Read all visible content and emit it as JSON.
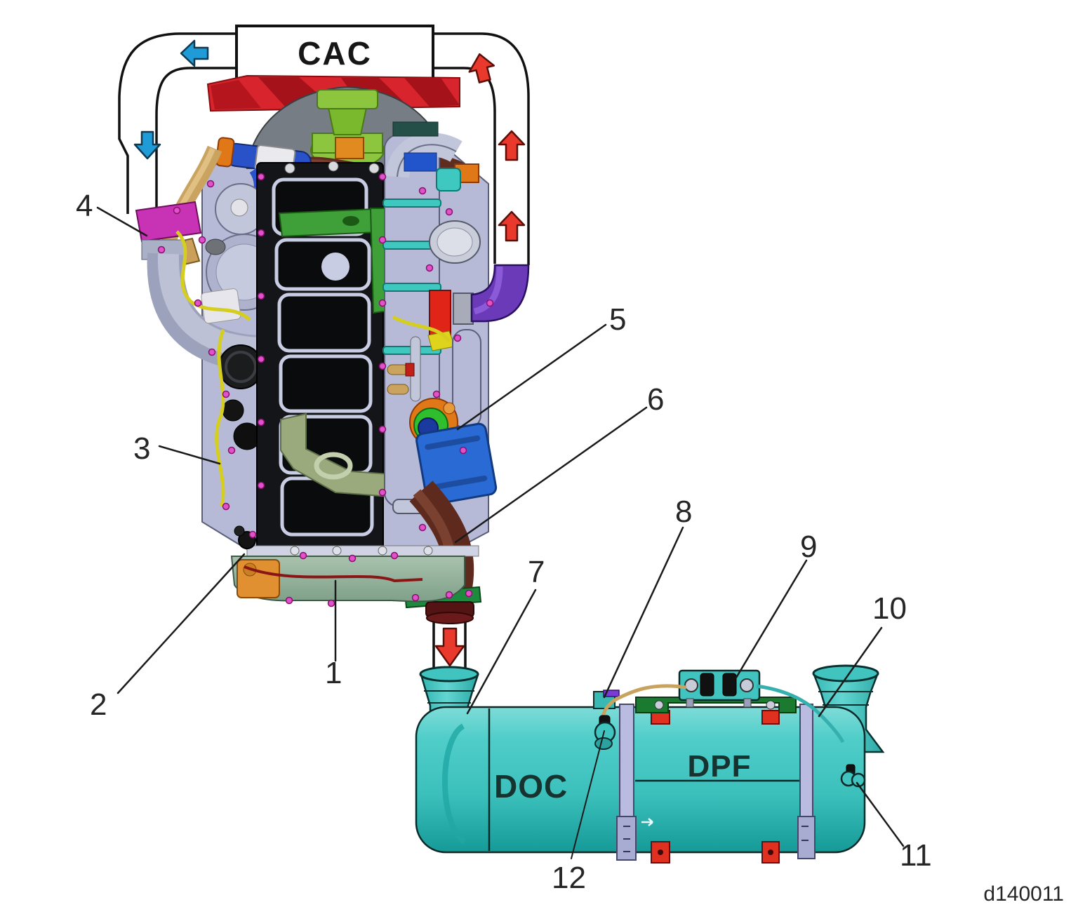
{
  "figure_code": "d140011",
  "cac": {
    "label": "CAC"
  },
  "aftertreatment": {
    "doc": "DOC",
    "dpf": "DPF"
  },
  "callouts": [
    "1",
    "2",
    "3",
    "4",
    "5",
    "6",
    "7",
    "8",
    "9",
    "10",
    "11",
    "12"
  ],
  "arrows": {
    "cooled_charge_air": {
      "color": "#1f9cd8",
      "directions": [
        "left",
        "down"
      ]
    },
    "hot_charge_air": {
      "color": "#e8392c",
      "directions": [
        "up-left",
        "up",
        "up"
      ]
    },
    "exhaust_to_aftertreatment": {
      "color": "#e8392c",
      "direction": "down"
    }
  },
  "colors": {
    "aftertreatment_body": "#41c4c0",
    "fan": "#d8242c",
    "cam_cover": "#141518",
    "engine_block": "#b6bad6",
    "callout_text": "#262626"
  }
}
